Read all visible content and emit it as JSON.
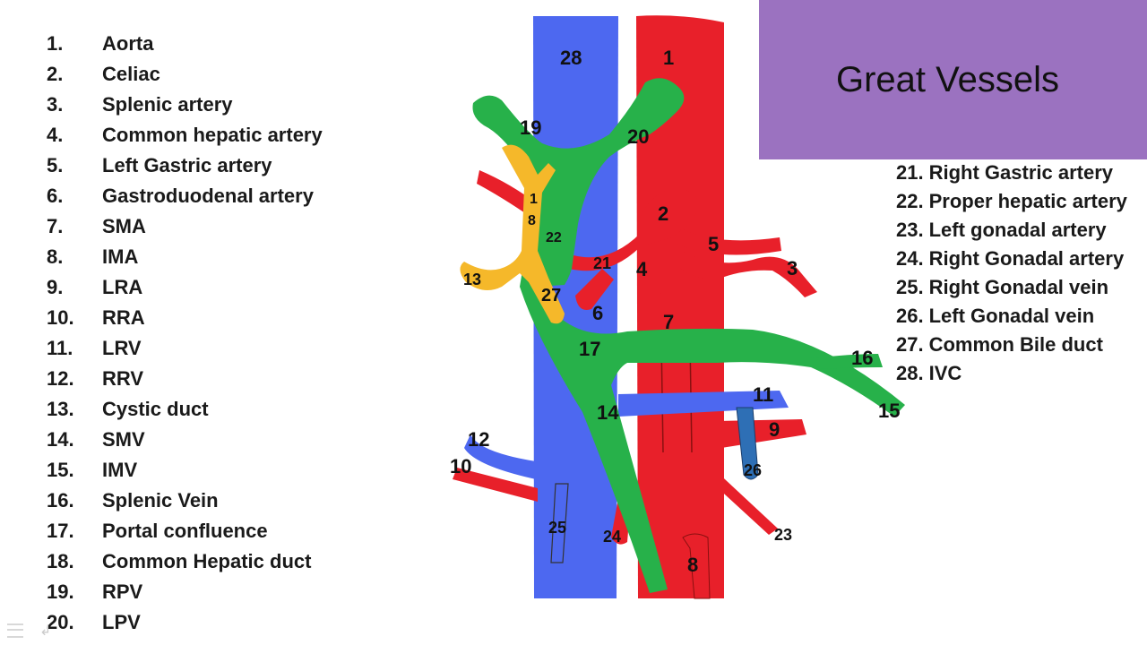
{
  "title": "Great Vessels",
  "colors": {
    "artery": "#e8202a",
    "vein_ivc": "#4d68f0",
    "vein_green": "#27b14a",
    "bile_yellow": "#f5b82a",
    "gonadal_vein": "#2e6fb5",
    "title_bg": "#9b72c0"
  },
  "legend_left": [
    {
      "num": "1.",
      "label": "Aorta"
    },
    {
      "num": "2.",
      "label": "Celiac"
    },
    {
      "num": "3.",
      "label": "Splenic artery"
    },
    {
      "num": "4.",
      "label": "Common hepatic artery"
    },
    {
      "num": "5.",
      "label": "Left Gastric artery"
    },
    {
      "num": "6.",
      "label": "Gastroduodenal artery"
    },
    {
      "num": "7.",
      "label": "SMA"
    },
    {
      "num": "8.",
      "label": "IMA"
    },
    {
      "num": "9.",
      "label": "LRA"
    },
    {
      "num": "10.",
      "label": "RRA"
    },
    {
      "num": "11.",
      "label": "LRV"
    },
    {
      "num": "12.",
      "label": "RRV"
    },
    {
      "num": "13.",
      "label": "Cystic duct"
    },
    {
      "num": "14.",
      "label": "SMV"
    },
    {
      "num": "15.",
      "label": "IMV"
    },
    {
      "num": "16.",
      "label": "Splenic Vein"
    },
    {
      "num": "17.",
      "label": "Portal confluence"
    },
    {
      "num": "18.",
      "label": "Common Hepatic duct"
    },
    {
      "num": "19.",
      "label": "RPV"
    },
    {
      "num": "20.",
      "label": "LPV"
    }
  ],
  "legend_right": [
    {
      "num": "21.",
      "label": "Right Gastric artery"
    },
    {
      "num": "22.",
      "label": "Proper hepatic artery"
    },
    {
      "num": "23.",
      "label": "Left gonadal artery"
    },
    {
      "num": "24.",
      "label": "Right Gonadal artery"
    },
    {
      "num": "25.",
      "label": "Right Gonadal vein"
    },
    {
      "num": "26.",
      "label": "Left Gonadal vein"
    },
    {
      "num": "27.",
      "label": "Common Bile duct"
    },
    {
      "num": "28.",
      "label": "IVC"
    }
  ],
  "diagram_labels": {
    "n1": "1",
    "n2": "2",
    "n3": "3",
    "n4": "4",
    "n5": "5",
    "n6": "6",
    "n7": "7",
    "n8": "8",
    "n9": "9",
    "n10": "10",
    "n11": "11",
    "n12": "12",
    "n13": "13",
    "n14": "14",
    "n15": "15",
    "n16": "16",
    "n17": "17",
    "n18a": "1",
    "n18b": "8",
    "n19": "19",
    "n20": "20",
    "n21": "21",
    "n22": "22",
    "n23": "23",
    "n24": "24",
    "n25": "25",
    "n26": "26",
    "n27": "27",
    "n28": "28"
  }
}
